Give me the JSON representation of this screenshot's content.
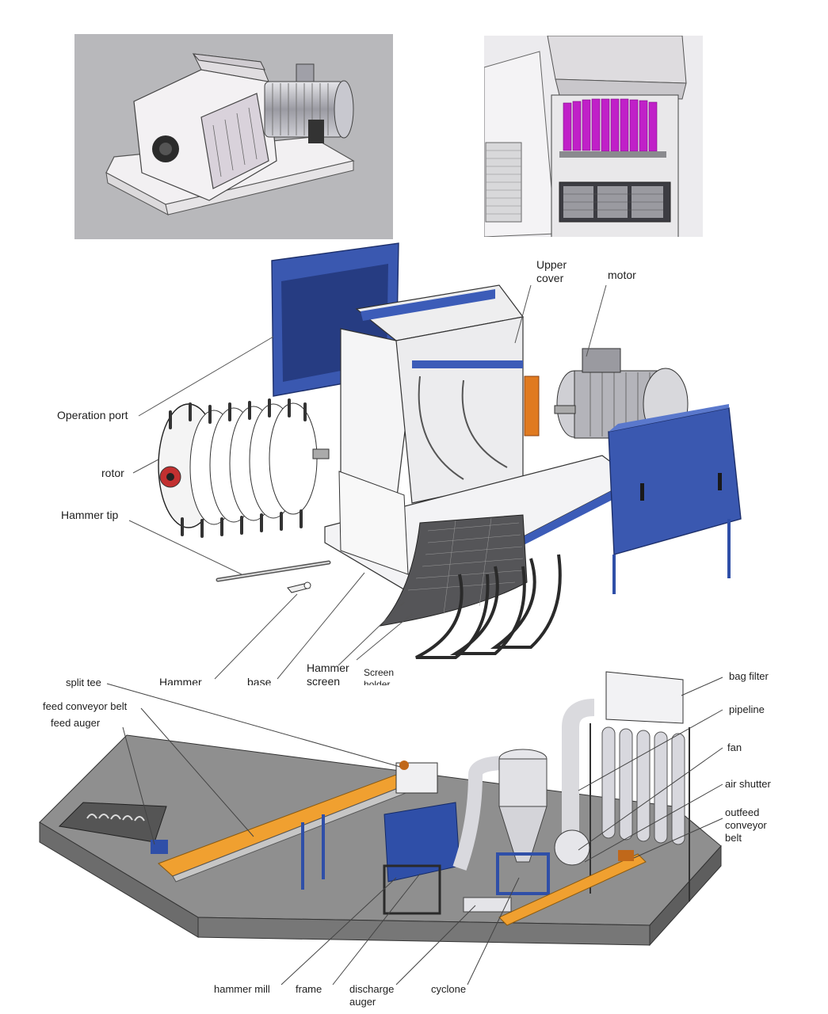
{
  "colors": {
    "machine_blue": "#2f4fa8",
    "machine_white": "#ececee",
    "hammer_magenta": "#c020c8",
    "conveyor_orange": "#f0a030",
    "floor_gray": "#8e8e8e",
    "leader_line": "#555555"
  },
  "exploded_labels": {
    "operation_port": "Operation port",
    "rotor": "rotor",
    "hammer_tip": "Hammer tip",
    "hammer": "Hammer",
    "base": "base",
    "hammer_screen": "Hammer\nscreen",
    "screen_holder": "Screen\nholder",
    "upper_cover": "Upper\ncover",
    "motor": "motor"
  },
  "line_labels": {
    "split_tee": "split tee",
    "feed_conveyor_belt": "feed conveyor belt",
    "feed_auger": "feed auger",
    "bag_filter": "bag filter",
    "pipeline": "pipeline",
    "fan": "fan",
    "air_shutter": "air shutter",
    "outfeed_conveyor_belt": "outfeed\nconveyor\nbelt",
    "hammer_mill": "hammer mill",
    "frame": "frame",
    "discharge_auger": "discharge\nauger",
    "cyclone": "cyclone"
  }
}
